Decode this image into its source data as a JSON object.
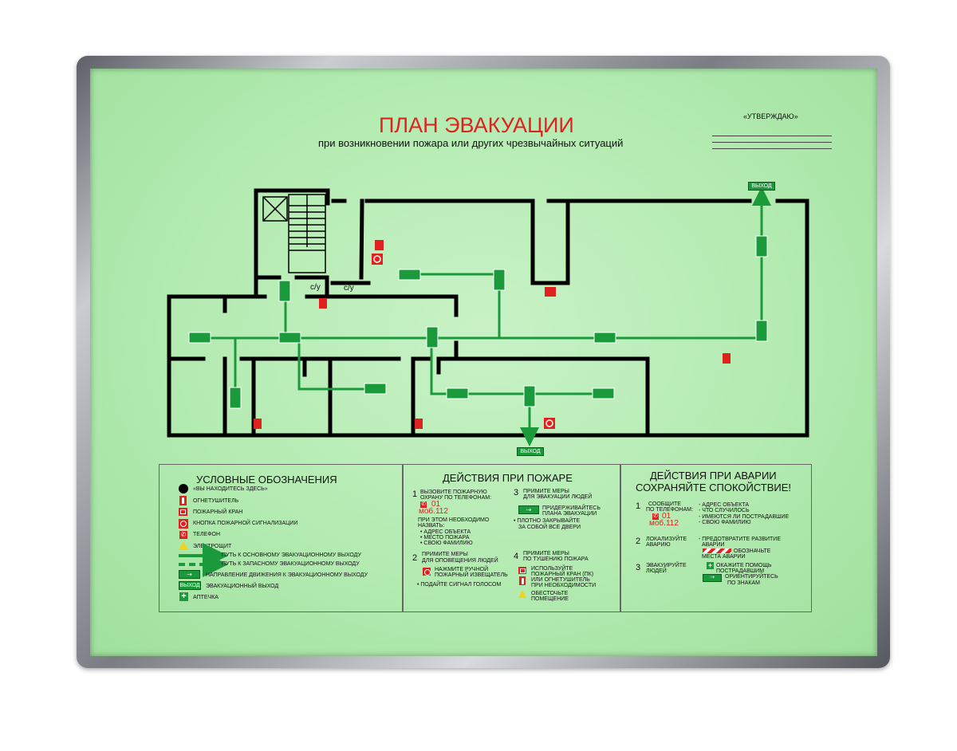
{
  "header": {
    "title": "ПЛАН ЭВАКУАЦИИ",
    "subtitle": "при возникновении пожара или других чрезвычайных ситуаций",
    "approve": "«УТВЕРЖДАЮ»"
  },
  "plan": {
    "labels": {
      "wc1": "с/у",
      "wc2": "с/у",
      "exit_top": "ВЫХОД",
      "exit_bottom": "ВЫХОД"
    }
  },
  "legend": {
    "title": "УСЛОВНЫЕ ОБОЗНАЧЕНИЯ",
    "items": [
      "«ВЫ НАХОДИТЕСЬ ЗДЕСЬ»",
      "ОГНЕТУШИТЕЛЬ",
      "ПОЖАРНЫЙ КРАН",
      "КНОПКА ПОЖАРНОЙ СИГНАЛИЗАЦИИ",
      "ТЕЛЕФОН",
      "ЭЛЕКТРОЩИТ",
      "ПУТЬ К ОСНОВНОМУ ЭВАКУАЦИОННОМУ ВЫХОДУ",
      "ПУТЬ К ЗАПАСНОМУ ЭВАКУАЦИОННОМУ ВЫХОДУ",
      "НАПРАВЛЕНИЕ ДВИЖЕНИЯ К ЭВАКУАЦИОННОМУ ВЫХОДУ",
      "ЭВАКУАЦИОННЫЙ ВЫХОД",
      "АПТЕЧКА"
    ],
    "exit_badge": "ВЫХОД"
  },
  "fire": {
    "title": "ДЕЙСТВИЯ ПРИ ПОЖАРЕ",
    "s1_num": "1",
    "s1_l1": "ВЫЗОВИТЕ ПОЖАРНУЮ",
    "s1_l2": "ОХРАНУ ПО ТЕЛЕФОНАМ:",
    "s1_num1": "01",
    "s1_num2": "моб.112",
    "s1_l3": "ПРИ ЭТОМ НЕОБХОДИМО",
    "s1_l4": "НАЗВАТЬ:",
    "s1_b1": "• АДРЕС ОБЪЕКТА",
    "s1_b2": "• МЕСТО ПОЖАРА",
    "s1_b3": "• СВОЮ ФАМИЛИЮ",
    "s2_num": "2",
    "s2_l1": "ПРИМИТЕ МЕРЫ",
    "s2_l2": "ДЛЯ ОПОВЕЩЕНИЯ ЛЮДЕЙ",
    "s2_b1": "НАЖМИТЕ РУЧНОЙ",
    "s2_b1b": "ПОЖАРНЫЙ ИЗВЕЩАТЕЛЬ",
    "s2_b2": "• ПОДАЙТЕ СИГНАЛ ГОЛОСОМ",
    "s3_num": "3",
    "s3_l1": "ПРИМИТЕ МЕРЫ",
    "s3_l2": "ДЛЯ ЭВАКУАЦИИ ЛЮДЕЙ",
    "s3_b1": "ПРИДЕРЖИВАЙТЕСЬ",
    "s3_b1b": "ПЛАНА ЭВАКУАЦИИ",
    "s3_b2": "• ПЛОТНО ЗАКРЫВАЙТЕ",
    "s3_b2b": "ЗА СОБОЙ ВСЕ ДВЕРИ",
    "s4_num": "4",
    "s4_l1": "ПРИМИТЕ МЕРЫ",
    "s4_l2": "ПО ТУШЕНИЮ ПОЖАРА",
    "s4_b1": "ИСПОЛЬЗУЙТЕ",
    "s4_b1b": "ПОЖАРНЫЙ КРАН (ПК)",
    "s4_b1c": "ИЛИ ОГНЕТУШИТЕЛЬ",
    "s4_b1d": "ПРИ НЕОБХОДИМОСТИ",
    "s4_b2": "ОБЕСТОЧЬТЕ",
    "s4_b2b": "ПОМЕЩЕНИЕ"
  },
  "accident": {
    "title1": "ДЕЙСТВИЯ ПРИ АВАРИИ",
    "title2": "СОХРАНЯЙТЕ СПОКОЙСТВИЕ!",
    "s1_num": "1",
    "s1_l1": "СООБЩИТЕ",
    "s1_l2": "ПО ТЕЛЕФОНАМ:",
    "s1_num1": "01",
    "s1_num2": "моб.112",
    "s1_r1": "- АДРЕС ОБЪЕКТА",
    "s1_r2": "- ЧТО СЛУЧИЛОСЬ",
    "s1_r3": "- ИМЕЮТСЯ ЛИ ПОСТРАДАВШИЕ",
    "s1_r4": "- СВОЮ ФАМИЛИЮ",
    "s2_num": "2",
    "s2_l1": "ЛОКАЛИЗУЙТЕ",
    "s2_l2": "АВАРИЮ",
    "s2_r1": "- ПРЕДОТВРАТИТЕ РАЗВИТИЕ",
    "s2_r2": "АВАРИИ",
    "s2_r3": "ОБОЗНАЧЬТЕ",
    "s2_r4": "МЕСТА АВАРИИ",
    "s3_num": "3",
    "s3_l1": "ЭВАКУИРУЙТЕ",
    "s3_l2": "ЛЮДЕЙ",
    "s3_r1": "ОКАЖИТЕ ПОМОЩЬ",
    "s3_r2": "ПОСТРАДАВШИМ",
    "s3_r3": "ОРИЕНТИРУЙТЕСЬ",
    "s3_r4": "ПО ЗНАКАМ"
  }
}
